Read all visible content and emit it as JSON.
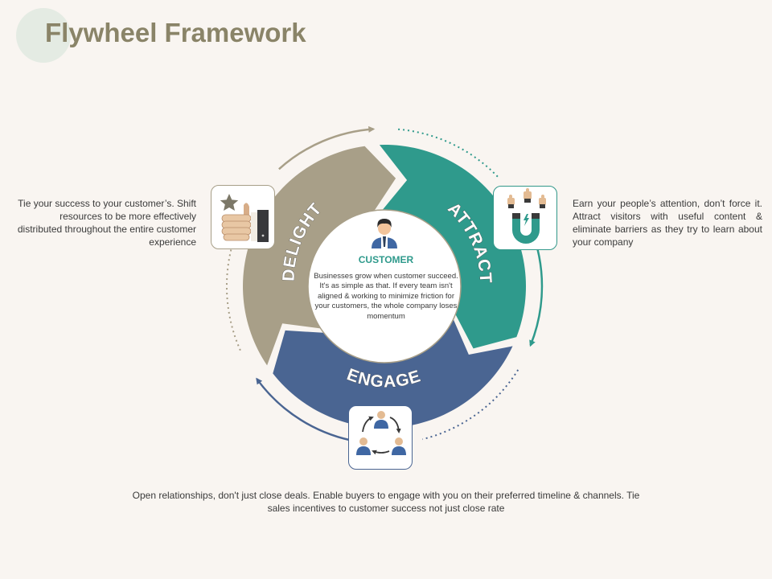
{
  "title": "Flywheel Framework",
  "colors": {
    "delight": "#a89f88",
    "attract": "#2f9a8c",
    "engage": "#4a6592",
    "title": "#8a8468",
    "background": "#f9f5f1"
  },
  "center": {
    "label": "CUSTOMER",
    "description": "Businesses grow when customer succeed. It's as simple as that. If every team isn't aligned & working to minimize  friction for your customers, the whole company loses momentum",
    "icon": "customer-icon"
  },
  "segments": {
    "delight": {
      "label": "DELIGHT",
      "icon": "thumbs-up-star-icon",
      "description": "Tie your success to your customer’s. Shift resources to be more effectively distributed throughout the entire customer experience"
    },
    "attract": {
      "label": "ATTRACT",
      "icon": "magnet-icon",
      "description": "Earn your people’s attention, don’t force it. Attract visitors with useful content & eliminate barriers  as they try to learn about your company"
    },
    "engage": {
      "label": "ENGAGE",
      "icon": "people-cycle-icon",
      "description": "Open relationships, don't just close deals. Enable buyers to engage with you on their preferred  timeline & channels. Tie sales incentives  to customer success not just close rate"
    }
  }
}
